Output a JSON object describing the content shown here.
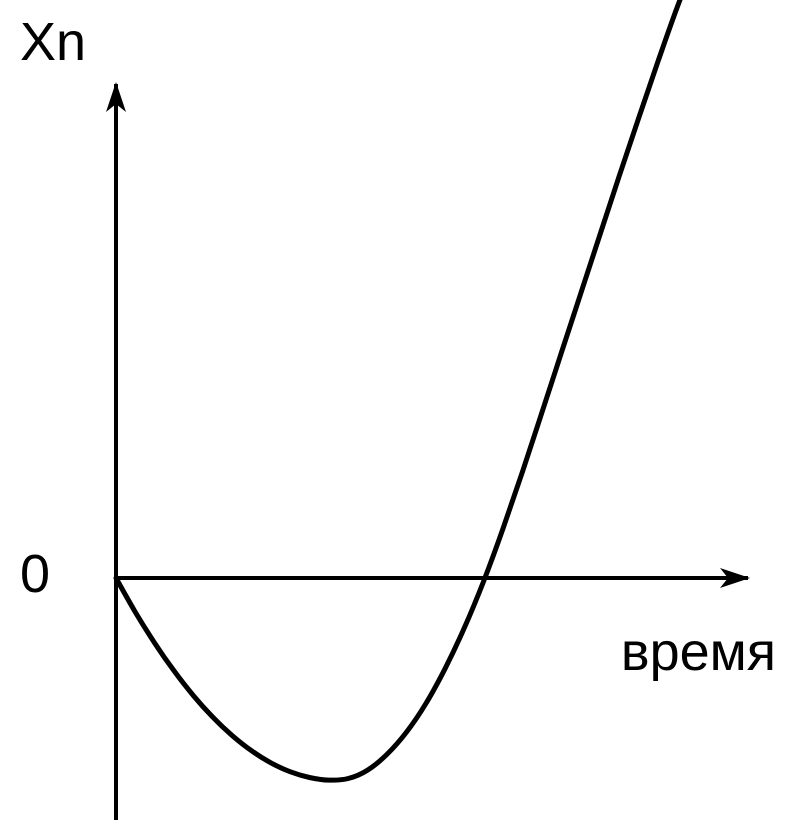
{
  "chart_data": {
    "type": "line",
    "title": "",
    "xlabel": "время",
    "ylabel": "Xn",
    "origin_label": "0",
    "grid": false,
    "legend": "none",
    "series": [
      {
        "x": [
          0,
          0.5,
          1,
          1.5,
          2,
          2.5,
          3,
          3.5,
          4,
          4.5,
          5,
          5.5,
          6,
          6.5,
          7,
          7.5,
          8,
          8.5,
          9,
          9.5,
          10,
          10.5,
          11,
          11.5,
          12,
          12.5,
          13,
          13.5,
          14,
          14.5,
          15,
          15.5
        ],
        "y": [
          0,
          -0.65,
          -1.24,
          -1.77,
          -2.24,
          -2.65,
          -3.0,
          -3.29,
          -3.52,
          -3.69,
          -3.8,
          -3.85,
          -3.82,
          -3.66,
          -3.36,
          -2.94,
          -2.4,
          -1.73,
          -0.95,
          -0.06,
          0.94,
          2.02,
          3.14,
          4.27,
          5.4,
          6.53,
          7.65,
          8.75,
          9.83,
          10.87,
          11.82,
          12.6
        ]
      }
    ],
    "color": "#000000"
  }
}
